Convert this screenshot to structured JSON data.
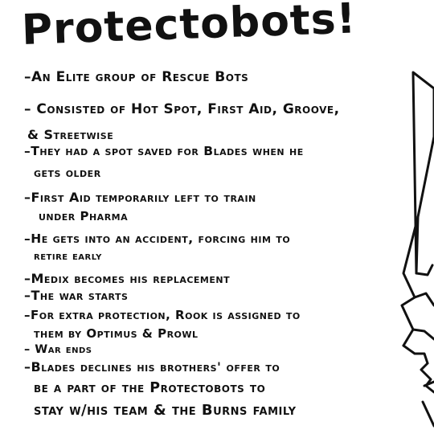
{
  "title": "Protectobots!",
  "notes": [
    "–An Elite group of Rescue Bots",
    "– Consisted of Hot Spot, First Aid, Groove,",
    "& Streetwise",
    "–They had a spot saved for Blades when he",
    "gets older",
    "–First Aid temporarily left to train",
    "under Pharma",
    "–He gets into an accident, forcing him to",
    "retire early",
    "–Medix becomes his replacement",
    "–The war starts",
    "–For extra protection, Rook is assigned to",
    "them by Optimus & Prowl",
    "– War ends",
    "–Blades declines his brothers' offer to",
    "be a part of the Protectobots to",
    "stay w/his team & the Burns family"
  ],
  "icons": {
    "figure": "robot-arm-sketch"
  }
}
